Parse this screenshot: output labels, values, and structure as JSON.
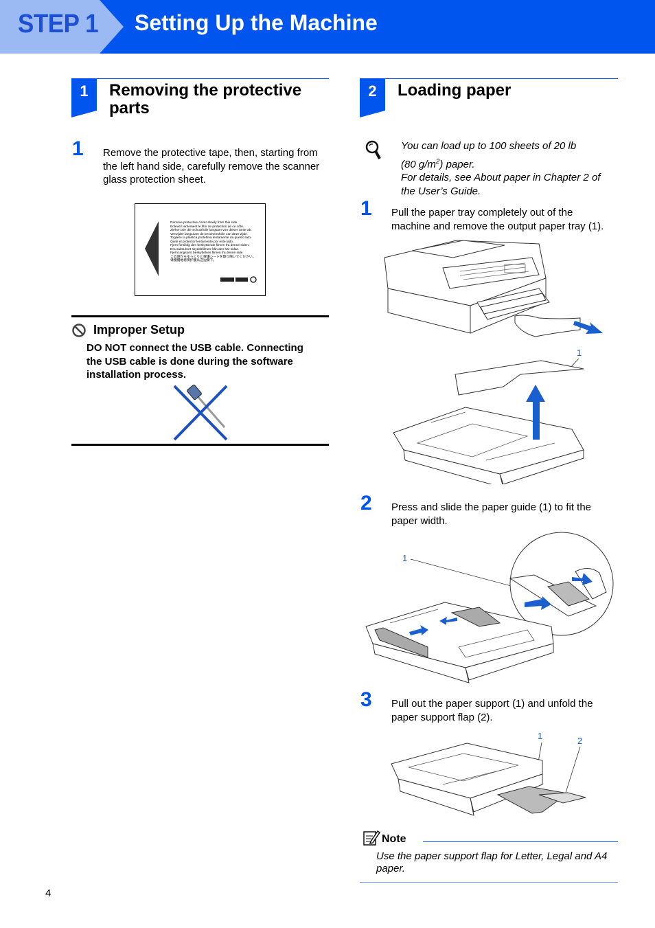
{
  "header": {
    "step_label": "STEP 1",
    "title": "Setting Up the Machine"
  },
  "section1": {
    "number": "1",
    "title_line1": "Removing the protective",
    "title_line2": "parts",
    "step1_number": "1",
    "step1_line1": "Remove the protective tape, then, starting from",
    "step1_line2": "the left hand side, carefully remove the scanner",
    "step1_line3": "glass protection sheet.",
    "sheet_text": [
      "Remove protective cover slowly from this side.",
      "Enlevez lentement le film de protection de ce côté.",
      "Ziehen Sie die Schutzfolie langsam von dieser Seite ab.",
      "Verwijder langzaam de beschermfolie van deze zijde.",
      "Togliere la plastica protettiva lentamente da questo lato.",
      "Quite el protector lentamente por este lado.",
      "Fjern forsiktig den beskyttende filmen fra denne siden.",
      "Dra sakta bort skyddsfilmen från den här sidan.",
      "Fjern langsomt beskyttelses filmen fra denne side.",
      "この側からゆっくりと保護シートを取り除いてください。",
      "请慢慢地将保护膜从这边撕下。"
    ],
    "warning_title": "Improper Setup",
    "warning_line1": "DO NOT connect the USB cable. Connecting",
    "warning_line2": "the USB cable is done during the software",
    "warning_line3": "installation process."
  },
  "section2": {
    "number": "2",
    "title": "Loading paper",
    "tip_line1": "You can load up to 100 sheets of 20 lb",
    "tip_line2_pre": "(80 g/m",
    "tip_line2_sup": "2",
    "tip_line2_post": ")  paper.",
    "tip_line3": "For details, see About paper in Chapter 2 of",
    "tip_line4": "the User’s Guide.",
    "step1_number": "1",
    "step1_line1": "Pull the paper tray completely out of the",
    "step1_line2": "machine and remove the output paper tray (1).",
    "step1_callout": "1",
    "step2_number": "2",
    "step2_line1": "Press and slide the paper guide (1) to fit the",
    "step2_line2": "paper width.",
    "step2_callout": "1",
    "step3_number": "3",
    "step3_line1": "Pull out the paper support (1) and unfold the",
    "step3_line2": "paper support flap (2).",
    "step3_callout1": "1",
    "step3_callout2": "2",
    "note_title": "Note",
    "note_line1": "Use the paper support flap for Letter, Legal and A4",
    "note_line2": "paper."
  },
  "footer": {
    "page_number": "4"
  },
  "colors": {
    "accent": "#0055ee",
    "tab": "#9bb9f2"
  }
}
